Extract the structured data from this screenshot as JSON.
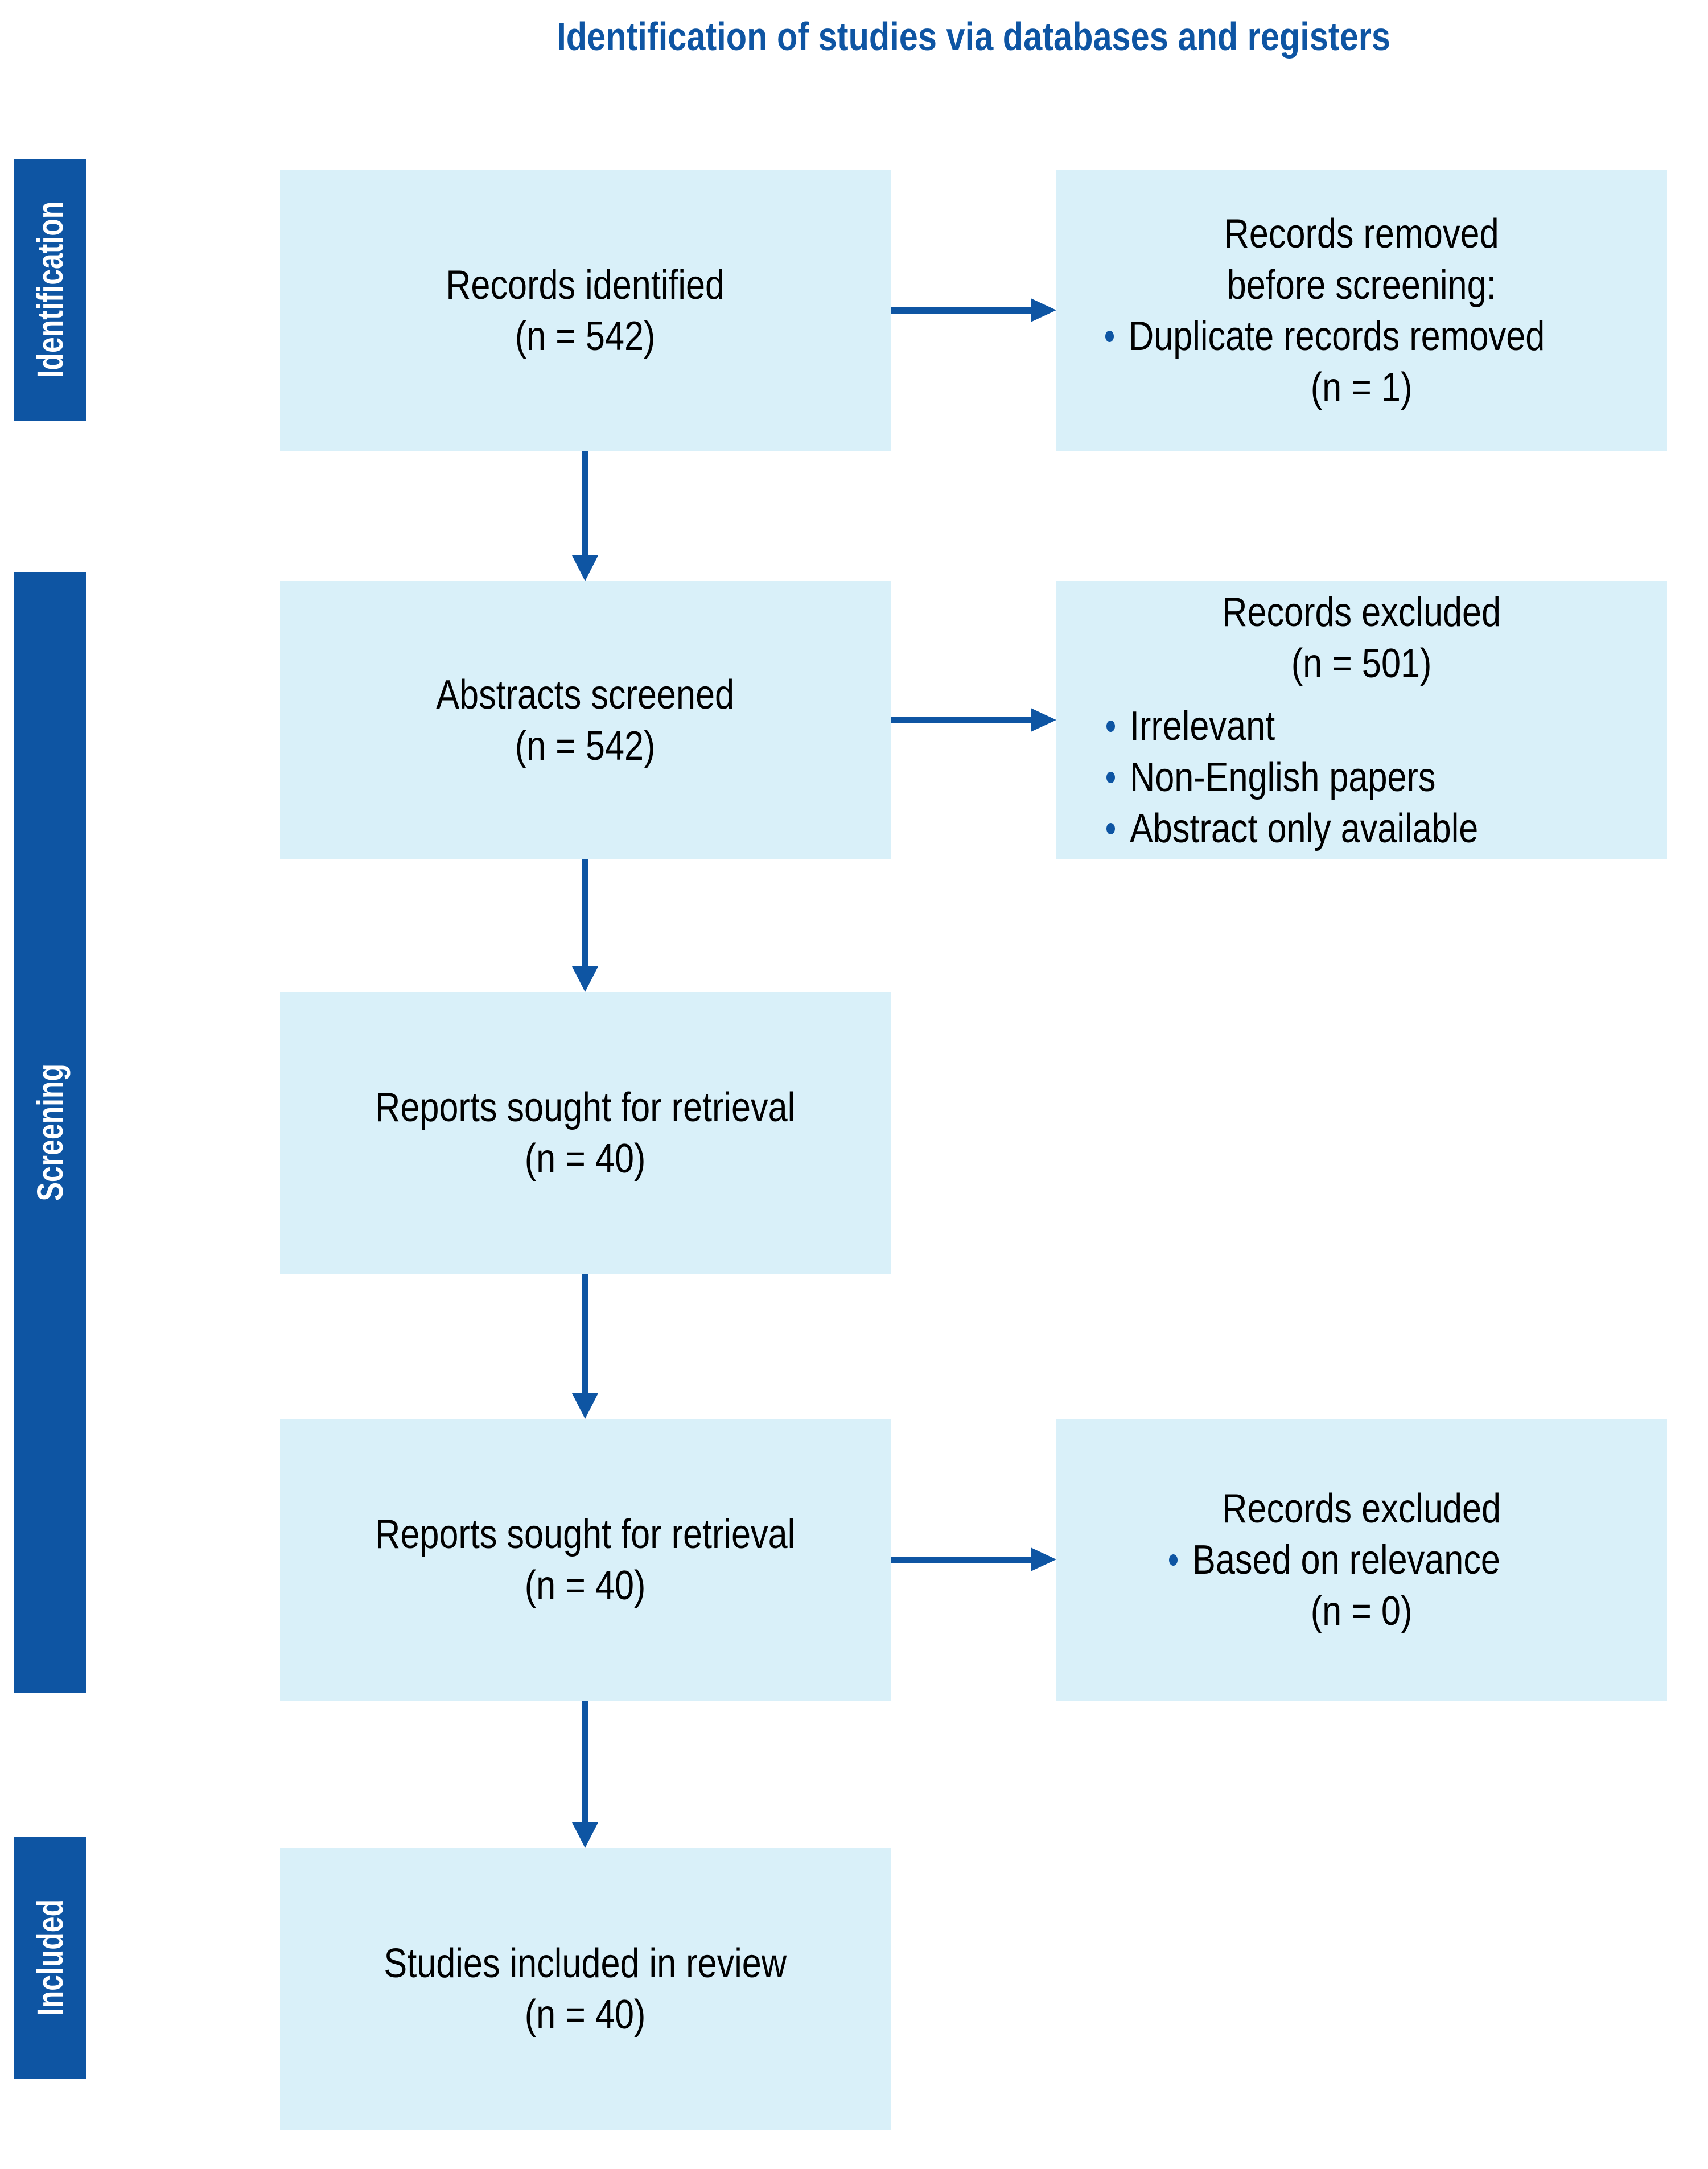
{
  "title": "Identification of studies via databases and registers",
  "colors": {
    "accent": "#0e55a3",
    "box_bg": "#d9f0f9",
    "bar_text": "#ffffff",
    "body_text": "#000000",
    "page_bg": "#ffffff"
  },
  "sidebar": {
    "stage1": "Identification",
    "stage2": "Screening",
    "stage3": "Included"
  },
  "boxes": {
    "records_identified": {
      "line1": "Records identified",
      "line2": "(n = 542)"
    },
    "abstracts_screened": {
      "line1": "Abstracts screened",
      "line2": "(n = 542)"
    },
    "reports_sought_1": {
      "line1": "Reports sought for retrieval",
      "line2": "(n = 40)"
    },
    "reports_sought_2": {
      "line1": "Reports sought for retrieval",
      "line2": "(n = 40)"
    },
    "studies_included": {
      "line1": "Studies included in review",
      "line2": "(n = 40)"
    }
  },
  "side_boxes": {
    "removed_before_screening": {
      "line1": "Records removed",
      "line2": "before screening:",
      "bullet1": "Duplicate records removed",
      "count": "(n = 1)"
    },
    "records_excluded_screening": {
      "line1": "Records excluded",
      "line2": "(n = 501)",
      "bullet1": "Irrelevant",
      "bullet2": "Non-English papers",
      "bullet3": "Abstract only available"
    },
    "records_excluded_relevance": {
      "line1": "Records excluded",
      "bullet1": "Based on relevance",
      "count": "(n = 0)"
    }
  }
}
